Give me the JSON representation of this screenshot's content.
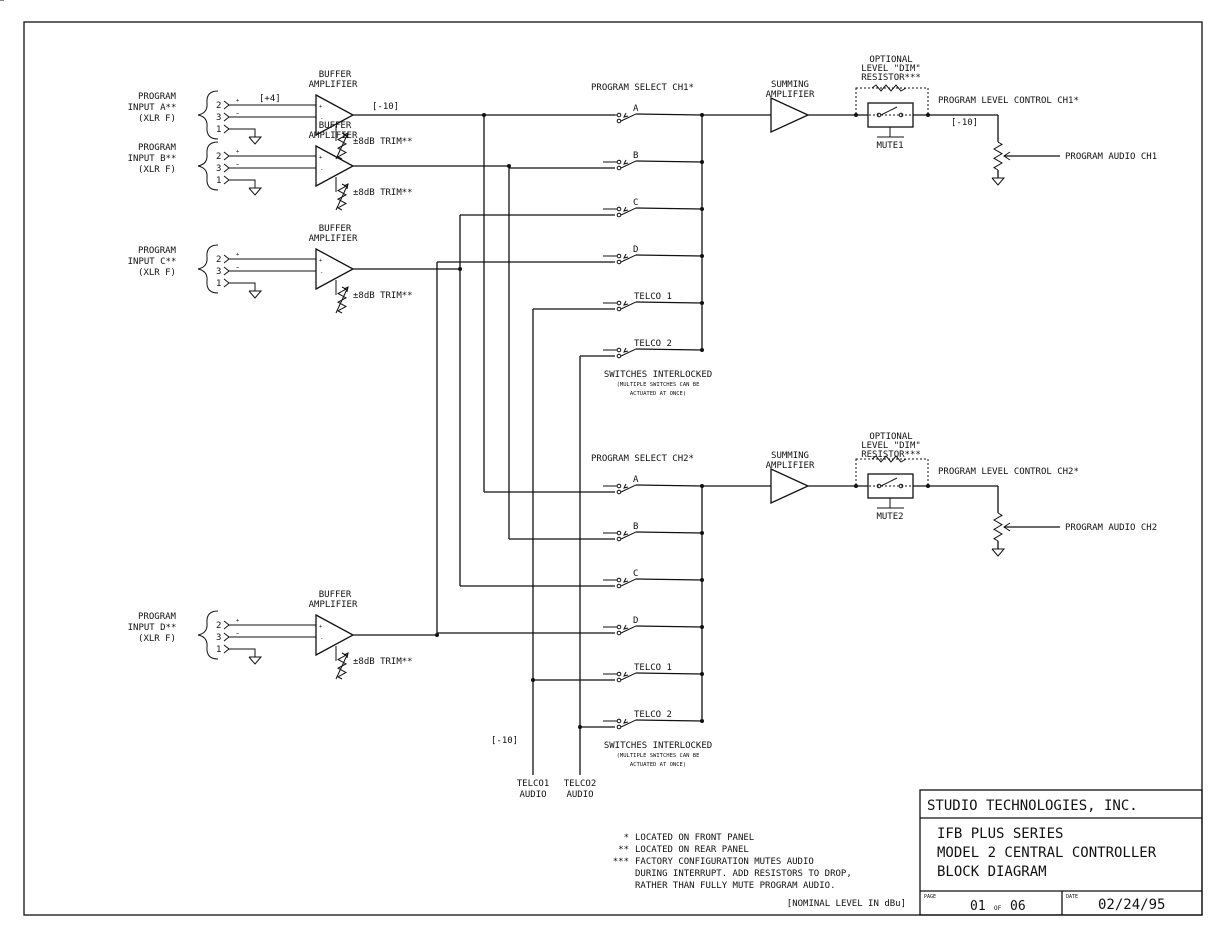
{
  "colors": {
    "ink": "#111111",
    "paper": "#ffffff"
  },
  "buffer_label": [
    "BUFFER",
    "AMPLIFIER"
  ],
  "summing_label": [
    "SUMMING",
    "AMPLIFIER"
  ],
  "pins": [
    "2",
    "3",
    "1"
  ],
  "pin_polarity": [
    "+",
    "−"
  ],
  "opamp_signs": [
    "+",
    "-"
  ],
  "trim_label": "±8dB TRIM**",
  "gain_in": "[+4]",
  "gain_out": "[-10]",
  "inputs": [
    {
      "line1": "PROGRAM",
      "line2": "INPUT A**",
      "line3": "(XLR F)"
    },
    {
      "line1": "PROGRAM",
      "line2": "INPUT B**",
      "line3": "(XLR F)"
    },
    {
      "line1": "PROGRAM",
      "line2": "INPUT C**",
      "line3": "(XLR F)"
    },
    {
      "line1": "PROGRAM",
      "line2": "INPUT D**",
      "line3": "(XLR F)"
    }
  ],
  "switch_labels": [
    "A",
    "B",
    "C",
    "D",
    "TELCO 1",
    "TELCO 2"
  ],
  "channels": [
    {
      "select_title": "PROGRAM SELECT CH1*",
      "dim_label": [
        "OPTIONAL",
        "LEVEL \"DIM\"",
        "RESISTOR***"
      ],
      "mute_label": "MUTE1",
      "level_control": "PROGRAM LEVEL CONTROL CH1*",
      "level_gain": "[-10]",
      "audio_out": "PROGRAM AUDIO CH1",
      "interlock_title": "SWITCHES INTERLOCKED",
      "interlock_note": [
        "(MULTIPLE SWITCHES CAN BE",
        "ACTUATED AT ONCE)"
      ]
    },
    {
      "select_title": "PROGRAM SELECT CH2*",
      "dim_label": [
        "OPTIONAL",
        "LEVEL \"DIM\"",
        "RESISTOR***"
      ],
      "mute_label": "MUTE2",
      "level_control": "PROGRAM LEVEL CONTROL CH2*",
      "level_gain": "",
      "audio_out": "PROGRAM AUDIO CH2",
      "interlock_title": "SWITCHES INTERLOCKED",
      "interlock_note": [
        "(MULTIPLE SWITCHES CAN BE",
        "ACTUATED AT ONCE)"
      ]
    }
  ],
  "telco": {
    "gain": "[-10]",
    "telco1": [
      "TELCO1",
      "AUDIO"
    ],
    "telco2": [
      "TELCO2",
      "AUDIO"
    ]
  },
  "notes": {
    "n1_mark": "*",
    "n1": "LOCATED ON FRONT PANEL",
    "n2_mark": "**",
    "n2": "LOCATED ON REAR PANEL",
    "n3_mark": "***",
    "n3": "FACTORY CONFIGURATION MUTES AUDIO",
    "n3b": "DURING INTERRUPT. ADD RESISTORS TO DROP,",
    "n3c": "RATHER THAN FULLY MUTE PROGRAM AUDIO.",
    "nominal": "[NOMINAL LEVEL IN dBu]"
  },
  "title_block": {
    "company": "STUDIO TECHNOLOGIES, INC.",
    "line1": "IFB PLUS SERIES",
    "line2": "MODEL 2 CENTRAL CONTROLLER",
    "line3": "BLOCK DIAGRAM",
    "page_label": "PAGE",
    "page": "01",
    "of": "OF",
    "pages": "06",
    "date_label": "DATE",
    "date": "02/24/95"
  }
}
